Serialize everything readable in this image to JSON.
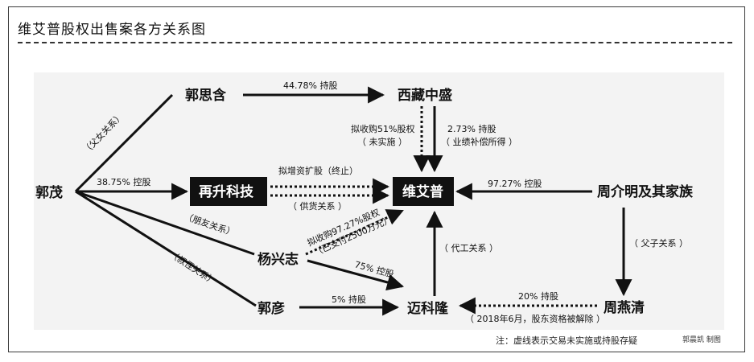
{
  "title": "维艾普股权出售案各方关系图",
  "nodes": {
    "guo_mao": "郭茂",
    "guo_sihan": "郭思含",
    "xizang_zhongsheng": "西藏中盛",
    "zaisheng_keji": "再升科技",
    "weiaipu": "维艾普",
    "zhou_family": "周介明及其家族",
    "yang_xingzhi": "杨兴志",
    "zhou_yanqing": "周燕清",
    "guo_yan": "郭彦",
    "maikelong": "迈科隆"
  },
  "edges": {
    "guomao_guosihan": "（父女关系）",
    "guosihan_xizang": "44.78% 持股",
    "xizang_weiaipu_line1": "拟收购51%股权",
    "xizang_weiaipu_line2": "（ 未实施 ）",
    "xizang_stake_line1": "2.73% 持股",
    "xizang_stake_line2": "（ 业绩补偿所得 ）",
    "guomao_zaisheng": "38.75% 控股",
    "zaisheng_weiaipu_top": "拟增资扩股（终止）",
    "zaisheng_weiaipu_bottom": "（ 供货关系 ）",
    "zhou_weiaipu": "97.27% 控股",
    "guomao_yang": "（朋友关系）",
    "yang_weiaipu_line1": "拟收购97.27%股权",
    "yang_weiaipu_line2": "（已支付2500万元）",
    "maikelong_weiaipu": "（ 代工关系 ）",
    "zhou_zhouyanqing": "（ 父子关系 ）",
    "guomao_guoyan": "（叔侄关系）",
    "yang_maikelong": "75% 控股",
    "guoyan_maikelong": "5% 持股",
    "zhouyanqing_maikelong_line1": "20% 持股",
    "zhouyanqing_maikelong_line2": "（ 2018年6月，股东资格被解除 ）"
  },
  "footer": {
    "note": "注：虚线表示交易未实施或持股存疑",
    "credit": "郭晨凯 制图"
  },
  "colors": {
    "box_fill": "#111111",
    "line": "#111111",
    "panel": "#f3f3f3"
  }
}
